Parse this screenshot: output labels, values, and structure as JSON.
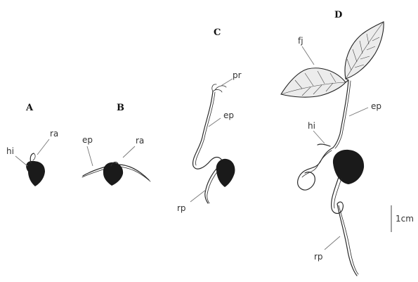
{
  "stages": {
    "a": "A",
    "b": "B",
    "c": "C",
    "d": "D"
  },
  "labels": {
    "a_hi": "hi",
    "a_ra": "ra",
    "b_ep": "ep",
    "b_ra": "ra",
    "c_pr": "pr",
    "c_ep": "ep",
    "c_rp": "rp",
    "d_fj": "fj",
    "d_ep": "ep",
    "d_hi": "hi",
    "d_rp": "rp"
  },
  "scale_bar": "1cm"
}
